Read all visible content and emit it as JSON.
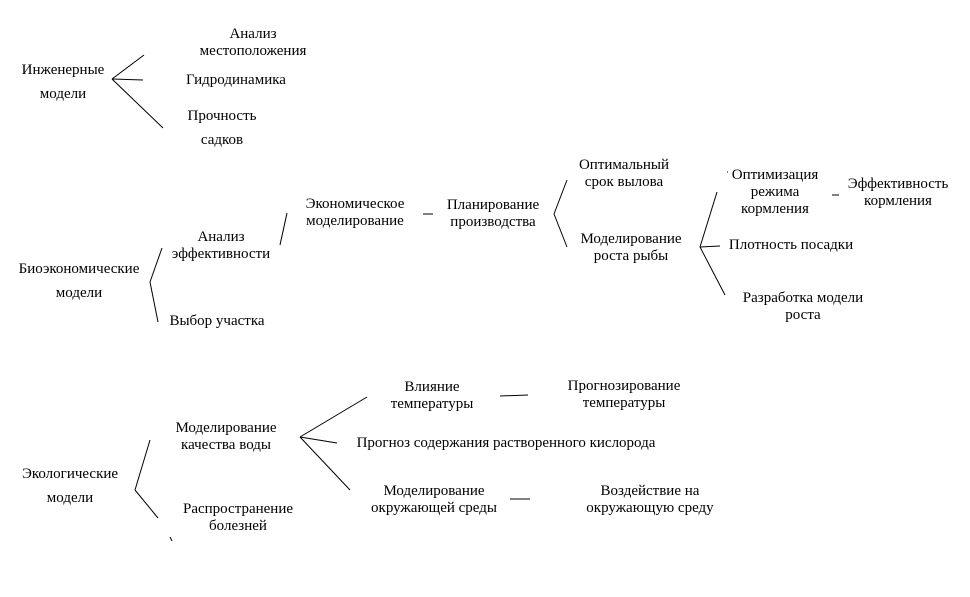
{
  "engineering": {
    "root": [
      "Инженерные",
      "модели"
    ],
    "children": [
      [
        "Анализ",
        "местоположения"
      ],
      [
        "Гидродинамика"
      ],
      [
        "Прочность",
        "садков"
      ]
    ]
  },
  "bioeconomic": {
    "root": [
      "Биоэкономические",
      "модели"
    ],
    "efficiency": [
      "Анализ",
      "эффективности"
    ],
    "site": [
      "Выбор участка"
    ],
    "economic": [
      "Экономическое",
      "моделирование"
    ],
    "planning": [
      "Планирование",
      "производства"
    ],
    "harvest": [
      "Оптимальный",
      "срок вылова"
    ],
    "growth": [
      "Моделирование",
      "роста рыбы"
    ],
    "feeding": [
      "Оптимизация",
      "режима",
      "кормления"
    ],
    "feed_eff": [
      "Эффективность",
      "кормления"
    ],
    "density": [
      "Плотность посадки"
    ],
    "growth_model": [
      "Разработка модели",
      "роста"
    ]
  },
  "ecological": {
    "root": [
      "Экологические",
      "модели"
    ],
    "water": [
      "Моделирование",
      "качества воды"
    ],
    "disease": [
      "Распространение",
      "болезней"
    ],
    "temp": [
      "Влияние",
      "температуры"
    ],
    "temp_fc": [
      "Прогнозирование",
      "температуры"
    ],
    "oxygen": [
      "Прогноз содержания растворенного кислорода"
    ],
    "env": [
      "Моделирование",
      "окружающей среды"
    ],
    "impact": [
      "Воздействие на",
      "окружающую среду"
    ]
  }
}
